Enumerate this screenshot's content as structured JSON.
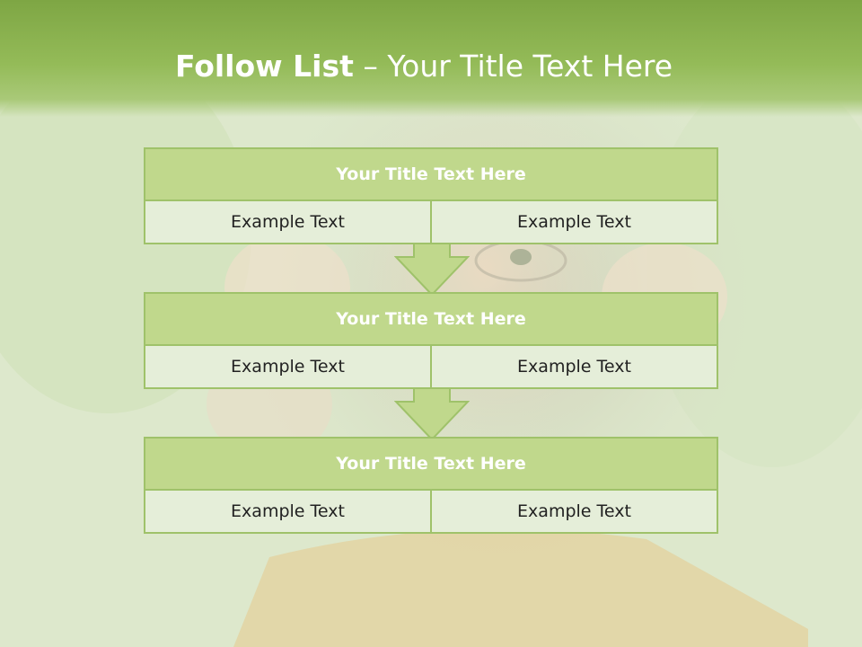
{
  "title": {
    "bold": "Follow List",
    "rest": " – Your Title Text Here"
  },
  "blocks": [
    {
      "heading": "Your Title Text Here",
      "left": "Example Text",
      "right": "Example Text"
    },
    {
      "heading": "Your Title Text Here",
      "left": "Example Text",
      "right": "Example Text"
    },
    {
      "heading": "Your Title Text Here",
      "left": "Example Text",
      "right": "Example Text"
    }
  ],
  "colors": {
    "header_green": "#7ea644",
    "box_border": "#9fc26a",
    "box_head": "#c0d88c",
    "box_body": "#e5eed9"
  }
}
